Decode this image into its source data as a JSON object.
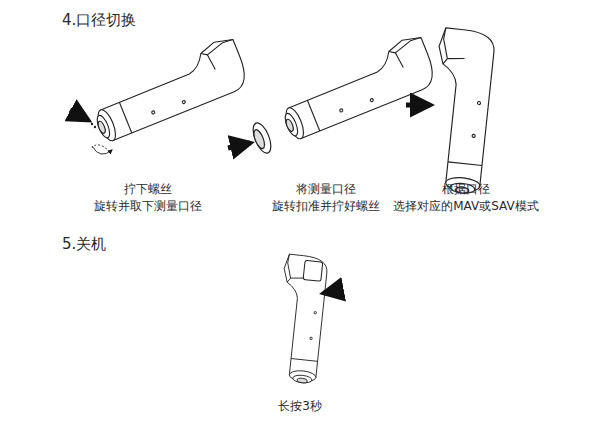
{
  "diagram": {
    "labels": [
      "4.口径切换",
      "拧下螺丝 旋转并取下测量口径",
      "将测量口径 旋转扣准并拧好螺丝",
      "根据口径 选择对应的MAV或SAV模式",
      "5.关机",
      "长按3秒"
    ]
  }
}
